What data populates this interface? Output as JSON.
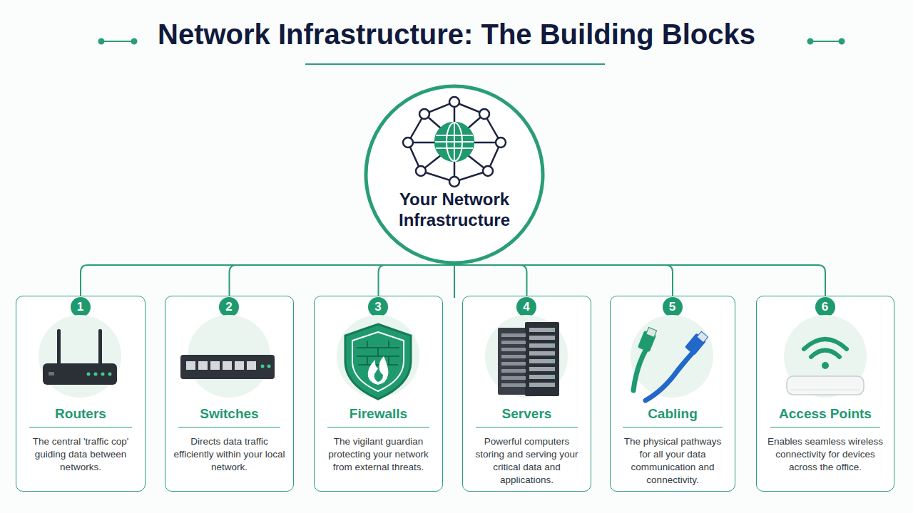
{
  "diagram": {
    "title": "Network Infrastructure: The Building Blocks",
    "nodes": [
      {
        "text": [
          "Your Network Infrastructure"
        ]
      },
      {
        "text": [
          "Routers",
          "The central 'traffic cop' guiding data between networks."
        ]
      },
      {
        "text": [
          "1"
        ],
        "in": 1
      },
      {
        "text": [
          "Switches",
          "Directs data traffic efficiently within your local network."
        ]
      },
      {
        "text": [
          "2"
        ],
        "in": 3
      },
      {
        "text": [
          "Firewalls",
          "The vigilant guardian protecting your network from external threats."
        ]
      },
      {
        "text": [
          "3"
        ],
        "in": 5
      },
      {
        "text": [
          "Servers",
          "Powerful computers storing and serving your critical data and applications."
        ]
      },
      {
        "text": [
          "4"
        ],
        "in": 7
      },
      {
        "text": [
          "Cabling",
          "The physical pathways for all your data communication and connectivity."
        ]
      },
      {
        "text": [
          "5"
        ],
        "in": 9
      },
      {
        "text": [
          "Access Points",
          "Enables seamless wireless connectivity for devices across the office."
        ]
      },
      {
        "text": [
          "6"
        ],
        "in": 11
      }
    ],
    "edges": [
      {
        "from": 0,
        "to": 1,
        "arrow": "none"
      },
      {
        "from": 0,
        "to": 3,
        "arrow": "none"
      },
      {
        "from": 0,
        "to": 5,
        "arrow": "none"
      },
      {
        "from": 0,
        "to": 7,
        "arrow": "none"
      },
      {
        "from": 0,
        "to": 9,
        "arrow": "none"
      },
      {
        "from": 0,
        "to": 11,
        "arrow": "none"
      }
    ]
  }
}
